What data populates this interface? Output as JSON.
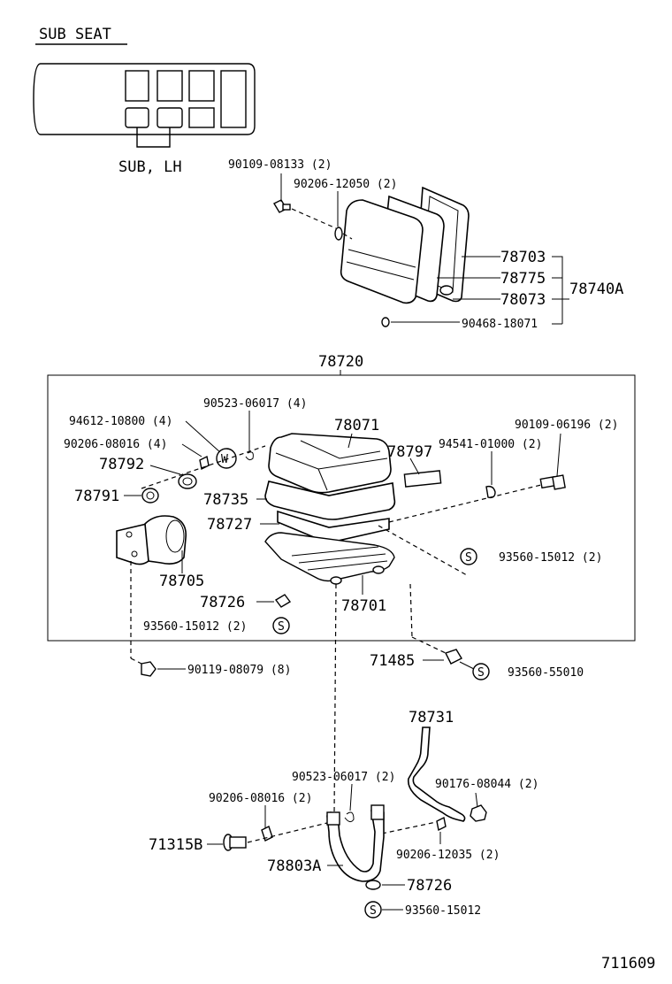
{
  "header": {
    "section_title": "SUB SEAT",
    "location_label": "SUB, LH",
    "figure_number": "711609"
  },
  "labels": {
    "p90109_08133": "90109-08133 (2)",
    "p90206_12050": "90206-12050 (2)",
    "p78703": "78703",
    "p78775": "78775",
    "p78073": "78073",
    "p78740A": "78740A",
    "p90468_18071": "90468-18071",
    "p78720": "78720",
    "p90523_06017_4": "90523-06017 (4)",
    "p94612_10800": "94612-10800 (4)",
    "p90206_08016_4": "90206-08016 (4)",
    "p78792": "78792",
    "p78791": "78791",
    "p78705": "78705",
    "p78071": "78071",
    "p78797": "78797",
    "p78735": "78735",
    "p78727": "78727",
    "p94541_01000": "94541-01000 (2)",
    "p90109_06196": "90109-06196 (2)",
    "p93560_15012_2a": "93560-15012 (2)",
    "p78726_a": "78726",
    "p93560_15012_2b": "93560-15012 (2)",
    "p78701": "78701",
    "p90119_08079": "90119-08079 (8)",
    "p71485": "71485",
    "p93560_55010": "93560-55010",
    "p78731": "78731",
    "p90523_06017_2": "90523-06017 (2)",
    "p90176_08044": "90176-08044 (2)",
    "p90206_08016_2": "90206-08016 (2)",
    "p71315B": "71315B",
    "p78803A": "78803A",
    "p90206_12035": "90206-12035 (2)",
    "p78726_b": "78726",
    "p93560_15012": "93560-15012"
  },
  "symbols": {
    "washer_mark": "W",
    "sealer_mark": "S"
  }
}
